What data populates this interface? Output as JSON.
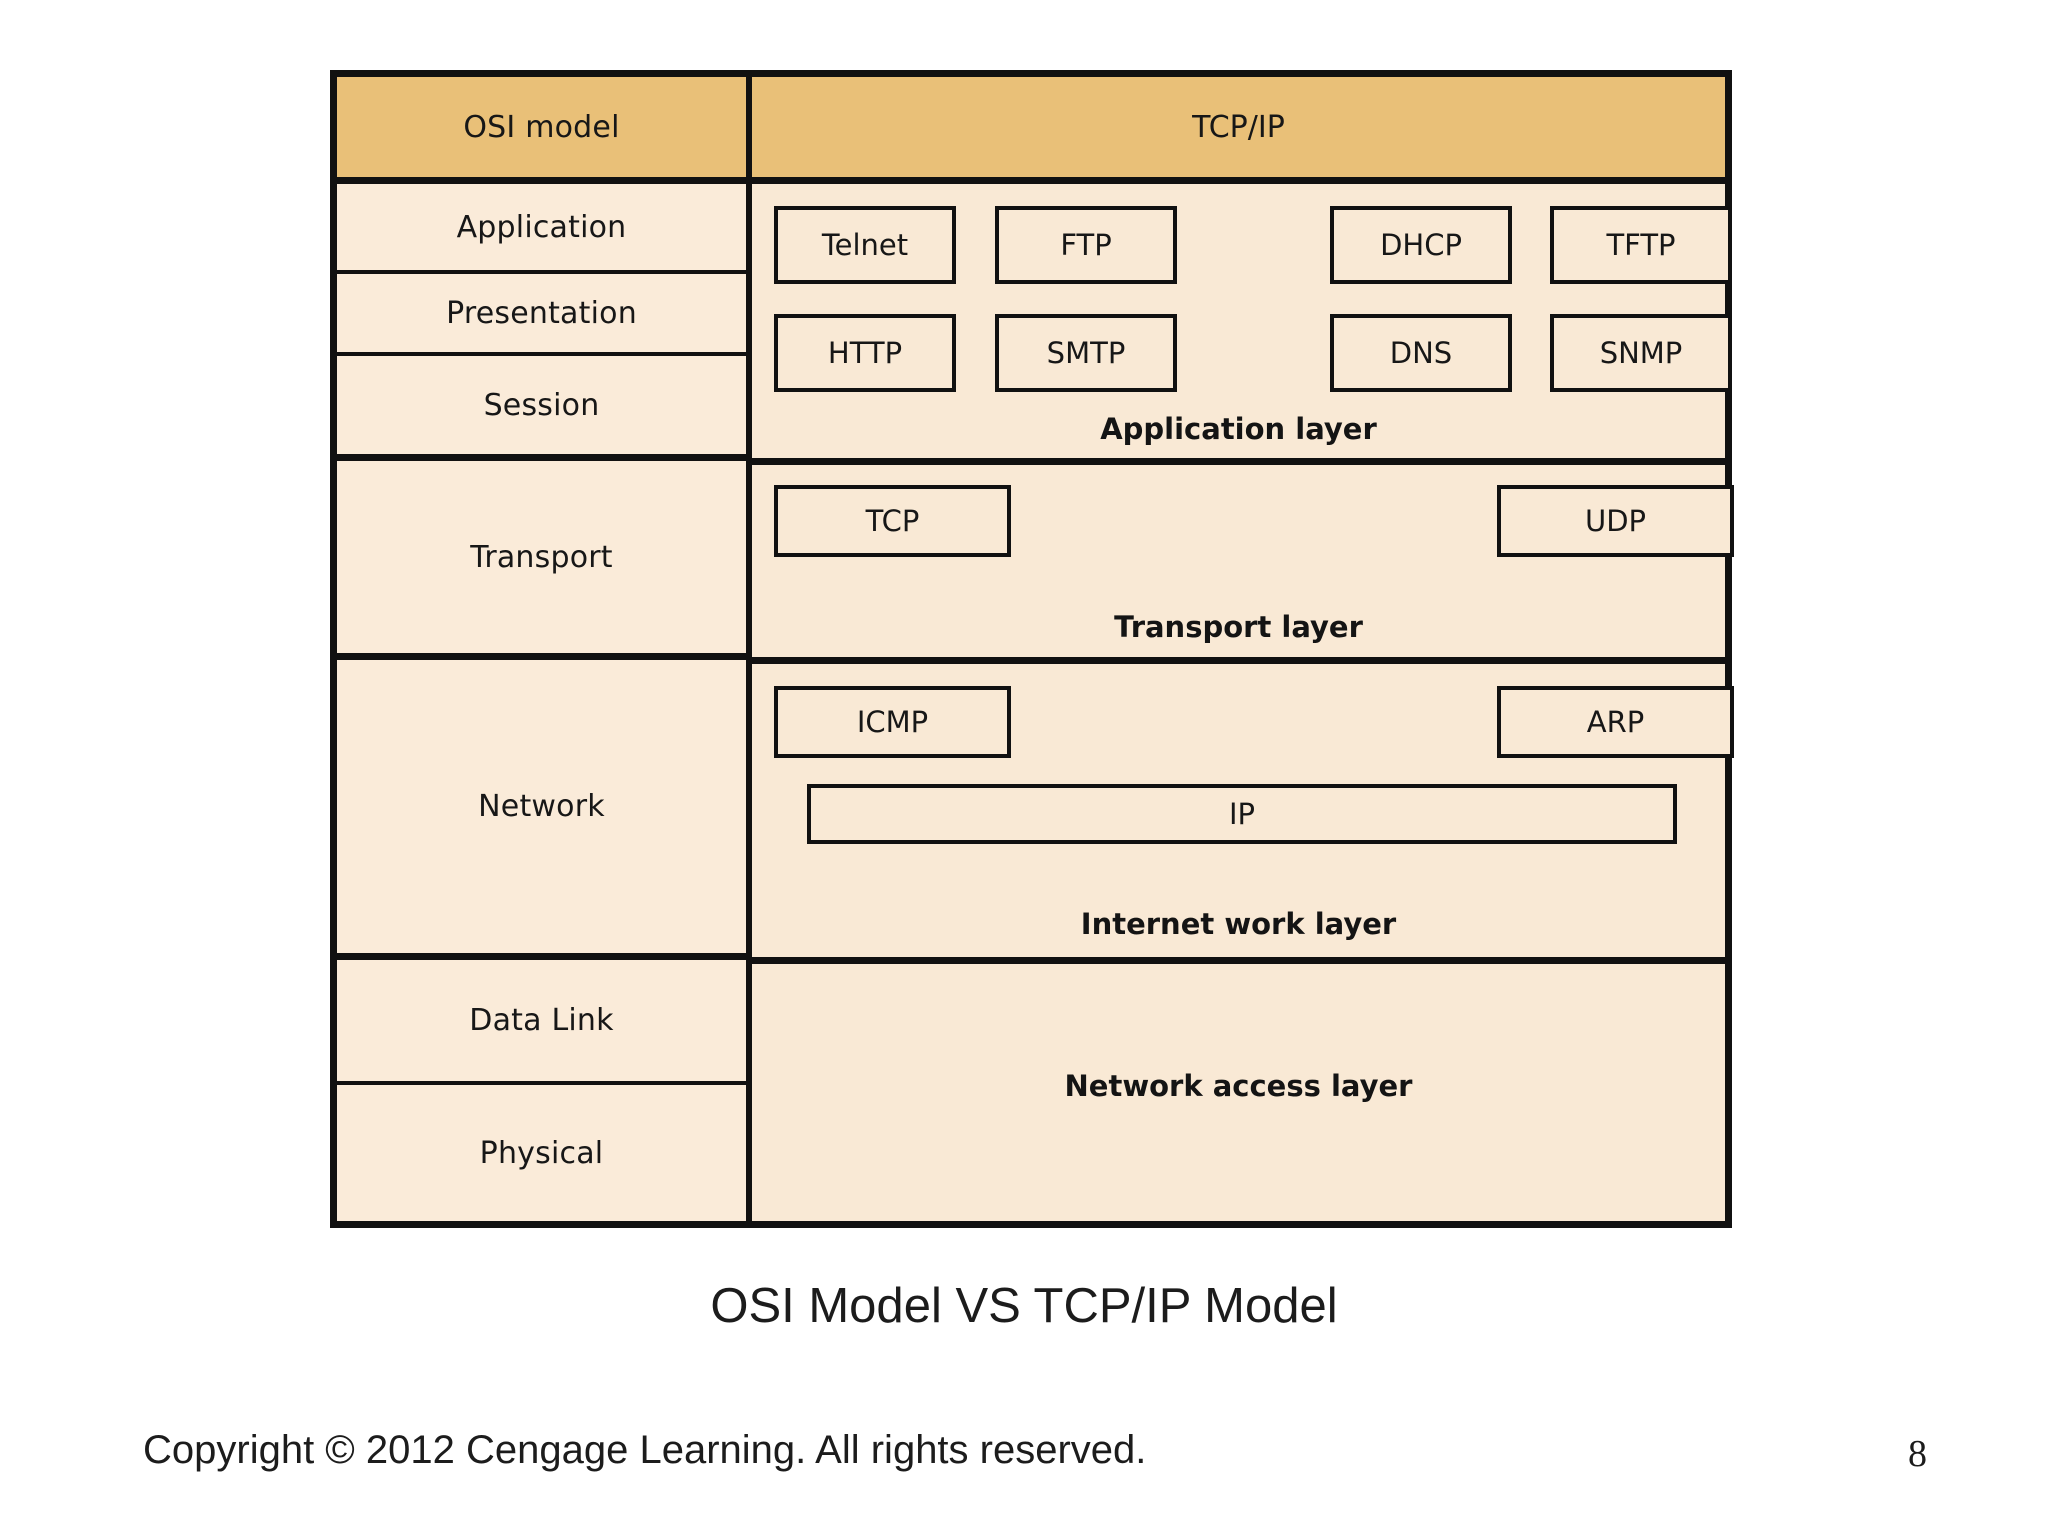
{
  "slide": {
    "caption": "OSI Model VS TCP/IP Model",
    "copyright": "Copyright © 2012 Cengage Learning. All rights reserved.",
    "page_number": "8"
  },
  "colors": {
    "header_fill": "#e9c078",
    "body_fill": "#f9e9d5",
    "left_fill": "#faebd9",
    "border": "#111111",
    "page_background": "#ffffff"
  },
  "table": {
    "headers": {
      "left": "OSI model",
      "right": "TCP/IP"
    },
    "osi_layers": [
      {
        "label": "Application"
      },
      {
        "label": "Presentation"
      },
      {
        "label": "Session"
      },
      {
        "label": "Transport"
      },
      {
        "label": "Network"
      },
      {
        "label": "Data Link"
      },
      {
        "label": "Physical"
      }
    ],
    "tcpip_layers": [
      {
        "title": "Application layer",
        "protocols": [
          "Telnet",
          "FTP",
          "DHCP",
          "TFTP",
          "HTTP",
          "SMTP",
          "DNS",
          "SNMP"
        ]
      },
      {
        "title": "Transport layer",
        "protocols": [
          "TCP",
          "UDP"
        ]
      },
      {
        "title": "Internet work layer",
        "protocols": [
          "ICMP",
          "ARP",
          "IP"
        ]
      },
      {
        "title": "Network access layer",
        "protocols": []
      }
    ]
  }
}
